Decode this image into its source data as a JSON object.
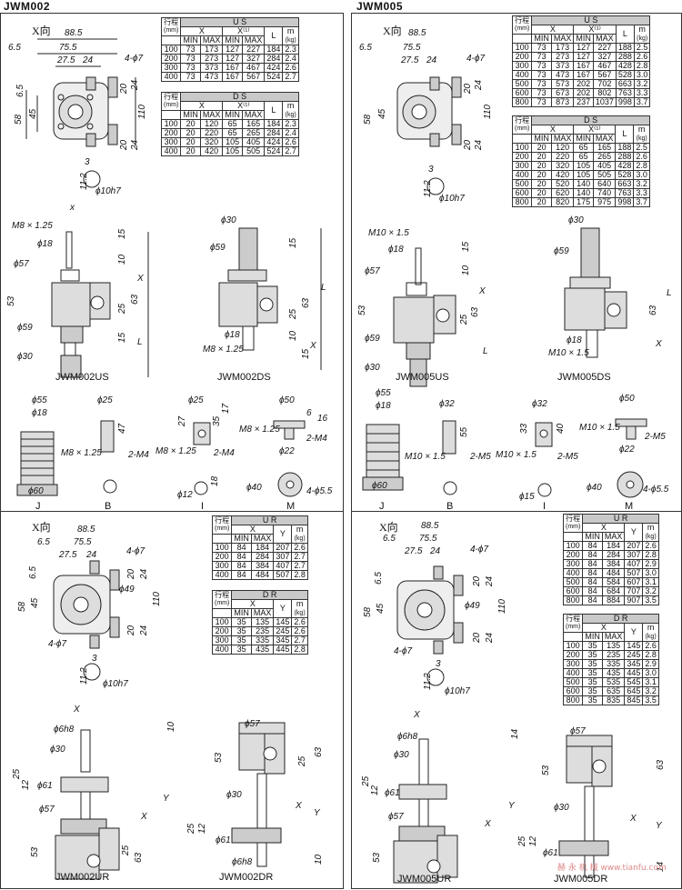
{
  "titles": {
    "left": "JWM002",
    "right": "JWM005"
  },
  "x_dir": "X向",
  "tables": {
    "jwm002_us": {
      "head": "U S",
      "rows": [
        [
          "100",
          "73",
          "173",
          "127",
          "227",
          "184",
          "2.3"
        ],
        [
          "200",
          "73",
          "273",
          "127",
          "327",
          "284",
          "2.4"
        ],
        [
          "300",
          "73",
          "373",
          "167",
          "467",
          "424",
          "2.6"
        ],
        [
          "400",
          "73",
          "473",
          "167",
          "567",
          "524",
          "2.7"
        ]
      ]
    },
    "jwm002_ds": {
      "head": "D S",
      "rows": [
        [
          "100",
          "20",
          "120",
          "65",
          "165",
          "184",
          "2.3"
        ],
        [
          "200",
          "20",
          "220",
          "65",
          "265",
          "284",
          "2.4"
        ],
        [
          "300",
          "20",
          "320",
          "105",
          "405",
          "424",
          "2.6"
        ],
        [
          "400",
          "20",
          "420",
          "105",
          "505",
          "524",
          "2.7"
        ]
      ]
    },
    "jwm005_us": {
      "head": "U S",
      "rows": [
        [
          "100",
          "73",
          "173",
          "127",
          "227",
          "188",
          "2.5"
        ],
        [
          "200",
          "73",
          "273",
          "127",
          "327",
          "288",
          "2.6"
        ],
        [
          "300",
          "73",
          "373",
          "167",
          "467",
          "428",
          "2.8"
        ],
        [
          "400",
          "73",
          "473",
          "167",
          "567",
          "528",
          "3.0"
        ],
        [
          "500",
          "73",
          "573",
          "202",
          "702",
          "663",
          "3.2"
        ],
        [
          "600",
          "73",
          "673",
          "202",
          "802",
          "763",
          "3.3"
        ],
        [
          "800",
          "73",
          "873",
          "237",
          "1037",
          "998",
          "3.7"
        ]
      ]
    },
    "jwm005_ds": {
      "head": "D S",
      "rows": [
        [
          "100",
          "20",
          "120",
          "65",
          "165",
          "188",
          "2.5"
        ],
        [
          "200",
          "20",
          "220",
          "65",
          "265",
          "288",
          "2.6"
        ],
        [
          "300",
          "20",
          "320",
          "105",
          "405",
          "428",
          "2.8"
        ],
        [
          "400",
          "20",
          "420",
          "105",
          "505",
          "528",
          "3.0"
        ],
        [
          "500",
          "20",
          "520",
          "140",
          "640",
          "663",
          "3.2"
        ],
        [
          "600",
          "20",
          "620",
          "140",
          "740",
          "763",
          "3.3"
        ],
        [
          "800",
          "20",
          "820",
          "175",
          "975",
          "998",
          "3.7"
        ]
      ]
    },
    "jwm002_ur": {
      "head": "U R",
      "rows": [
        [
          "100",
          "84",
          "184",
          "207",
          "2.6"
        ],
        [
          "200",
          "84",
          "284",
          "307",
          "2.7"
        ],
        [
          "300",
          "84",
          "384",
          "407",
          "2.7"
        ],
        [
          "400",
          "84",
          "484",
          "507",
          "2.8"
        ]
      ]
    },
    "jwm002_dr": {
      "head": "D R",
      "rows": [
        [
          "100",
          "35",
          "135",
          "145",
          "2.6"
        ],
        [
          "200",
          "35",
          "235",
          "245",
          "2.6"
        ],
        [
          "300",
          "35",
          "335",
          "345",
          "2.7"
        ],
        [
          "400",
          "35",
          "435",
          "445",
          "2.8"
        ]
      ]
    },
    "jwm005_ur": {
      "head": "U R",
      "rows": [
        [
          "100",
          "84",
          "184",
          "207",
          "2.6"
        ],
        [
          "200",
          "84",
          "284",
          "307",
          "2.8"
        ],
        [
          "300",
          "84",
          "384",
          "407",
          "2.9"
        ],
        [
          "400",
          "84",
          "484",
          "507",
          "3.0"
        ],
        [
          "500",
          "84",
          "584",
          "607",
          "3.1"
        ],
        [
          "600",
          "84",
          "684",
          "707",
          "3.2"
        ],
        [
          "800",
          "84",
          "884",
          "907",
          "3.5"
        ]
      ]
    },
    "jwm005_dr": {
      "head": "D R",
      "rows": [
        [
          "100",
          "35",
          "135",
          "145",
          "2.6"
        ],
        [
          "200",
          "35",
          "235",
          "245",
          "2.8"
        ],
        [
          "300",
          "35",
          "335",
          "345",
          "2.9"
        ],
        [
          "400",
          "35",
          "435",
          "445",
          "3.0"
        ],
        [
          "500",
          "35",
          "535",
          "545",
          "3.1"
        ],
        [
          "600",
          "35",
          "635",
          "645",
          "3.2"
        ],
        [
          "800",
          "35",
          "835",
          "845",
          "3.5"
        ]
      ]
    }
  },
  "table_head": {
    "stroke": "行程",
    "unit": "(mm)",
    "x": "X",
    "x_sup": "X⁽¹⁾",
    "min": "MIN",
    "max": "MAX",
    "l": "L",
    "y": "Y",
    "m": "m",
    "kg": "(kg)"
  },
  "dims": {
    "d88": "88.5",
    "d6": "6.5",
    "d75": "75.5",
    "d27": "27.5",
    "d24": "24",
    "hole": "4-ϕ7",
    "d20": "20",
    "d110": "110",
    "d58": "58",
    "d45": "45",
    "d3": "3",
    "d11": "11.2",
    "shaft": "ϕ10h7",
    "d49": "ϕ49"
  },
  "s002": {
    "m8": "M8 × 1.25",
    "p18": "ϕ18",
    "p57": "ϕ57",
    "p59": "ϕ59",
    "p30": "ϕ30",
    "d15": "15",
    "d10": "10",
    "d53": "53",
    "d63": "63",
    "d25": "25",
    "x": "X",
    "l": "L"
  },
  "s005": {
    "m10": "M10 × 1.5",
    "p32": "ϕ32",
    "p15": "ϕ15",
    "p22": "ϕ22",
    "d55": "55",
    "d33": "33",
    "d40": "40",
    "m5": "2-M5"
  },
  "acc002": {
    "j_p55": "ϕ55",
    "j_p18": "ϕ18",
    "j_p60": "ϕ60",
    "b_p25": "ϕ25",
    "b_47": "47",
    "b_m8": "M8 × 1.25",
    "b_m4": "2-M4",
    "i_p25": "ϕ25",
    "i_27": "27",
    "i_35": "35",
    "i_17": "17",
    "i_p12": "ϕ12",
    "i_18": "18",
    "m_p50": "ϕ50",
    "m_6": "6",
    "m_16": "16",
    "m_p22": "ϕ22",
    "m_p40": "ϕ40",
    "m_holes": "4-ϕ5.5"
  },
  "rot": {
    "p6h8": "ϕ6h8",
    "d14": "14",
    "d12": "12",
    "p61": "ϕ61",
    "y": "Y"
  },
  "acc_letters": [
    "J",
    "B",
    "I",
    "M"
  ],
  "models": {
    "a": "JWM002US",
    "b": "JWM002DS",
    "c": "JWM005US",
    "d": "JWM005DS",
    "e": "JWM002UR",
    "f": "JWM002DR",
    "g": "JWM005UR",
    "h": "JWM005DR"
  },
  "watermark": "赫 永 机 械  www.tianfu.com"
}
